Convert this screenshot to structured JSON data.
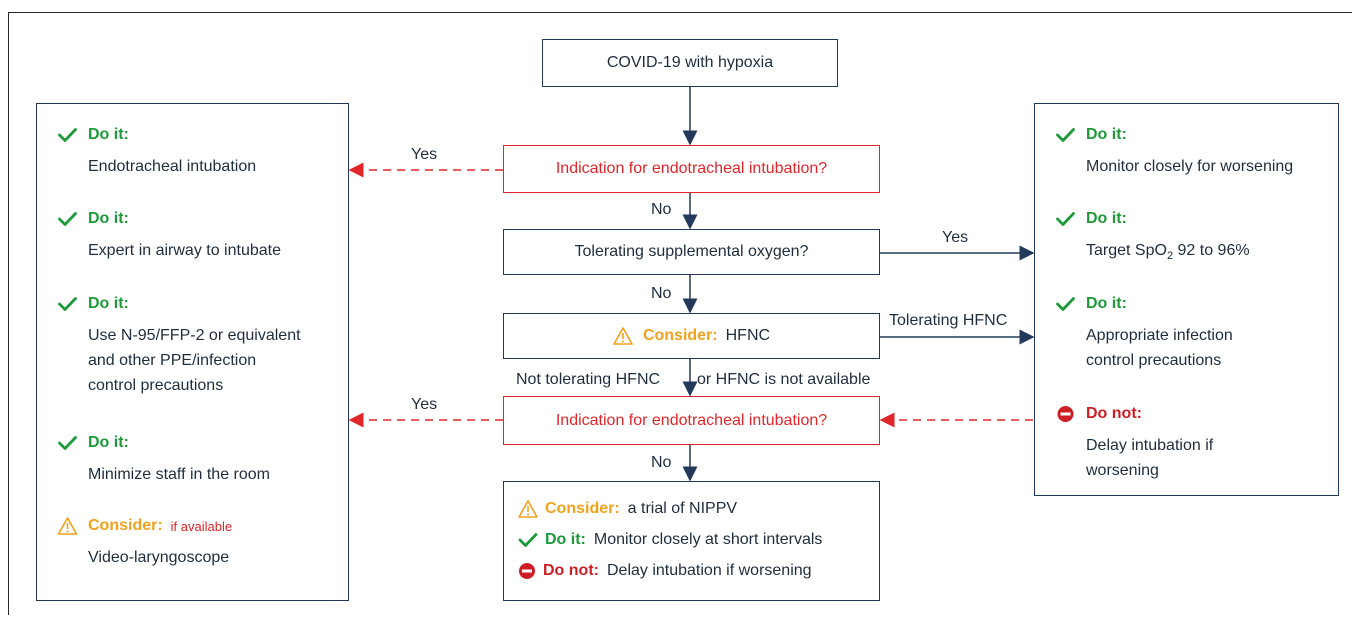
{
  "flow": {
    "start": "COVID-19 with hypoxia",
    "q1": "Indication for endotracheal intubation?",
    "q2": "Tolerating supplemental oxygen?",
    "consider_hfnc": {
      "key": "Consider:",
      "text": "HFNC"
    },
    "q3": "Indication for endotracheal intubation?",
    "final": [
      {
        "icon": "warning-icon",
        "key": "Consider:",
        "text": "a trial of NIPPV"
      },
      {
        "icon": "check-icon",
        "key": "Do it:",
        "text": "Monitor closely at short intervals"
      },
      {
        "icon": "no-entry-icon",
        "key": "Do not:",
        "text": "Delay intubation if worsening"
      }
    ]
  },
  "edges": {
    "yes1": "Yes",
    "no1": "No",
    "yes2": "Yes",
    "no2": "No",
    "tolerating_hfnc": "Tolerating HFNC",
    "not_tolerating_a": "Not tolerating HFNC",
    "not_tolerating_b": "or HFNC is not available",
    "yes3": "Yes",
    "no3": "No"
  },
  "left_panel": [
    {
      "icon": "check-icon",
      "key": "Do it:",
      "text": "Endotracheal intubation"
    },
    {
      "icon": "check-icon",
      "key": "Do it:",
      "text": "Expert in airway to intubate"
    },
    {
      "icon": "check-icon",
      "key": "Do it:",
      "lines": [
        "Use N-95/FFP-2 or equivalent",
        "and other PPE/infection",
        "control precautions"
      ]
    },
    {
      "icon": "check-icon",
      "key": "Do it:",
      "text": "Minimize staff in the room"
    },
    {
      "icon": "warning-icon",
      "key": "Consider:",
      "note": "if available",
      "text": "Video-laryngoscope"
    }
  ],
  "right_panel": [
    {
      "icon": "check-icon",
      "key": "Do it:",
      "text": "Monitor closely for worsening"
    },
    {
      "icon": "check-icon",
      "key": "Do it:",
      "text_pre": "Target SpO",
      "text_sub": "2",
      "text_post": " 92 to 96%"
    },
    {
      "icon": "check-icon",
      "key": "Do it:",
      "lines": [
        "Appropriate infection",
        "control precautions"
      ]
    },
    {
      "icon": "no-entry-icon",
      "key": "Do not:",
      "lines": [
        "Delay intubation if",
        "worsening"
      ]
    }
  ],
  "colors": {
    "navy": "#22395a",
    "red": "#e0262b",
    "green": "#1e9a3a",
    "orange": "#f0a21c"
  }
}
